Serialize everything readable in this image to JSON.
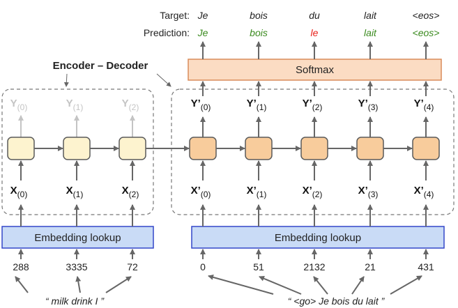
{
  "header": {
    "target_label": "Target:",
    "prediction_label": "Prediction:",
    "title": "Encoder – Decoder"
  },
  "targets": [
    "Je",
    "bois",
    "du",
    "lait",
    "<eos>"
  ],
  "predictions": [
    {
      "text": "Je",
      "correct": true
    },
    {
      "text": "bois",
      "correct": true
    },
    {
      "text": "le",
      "correct": false
    },
    {
      "text": "lait",
      "correct": true
    },
    {
      "text": "<eos>",
      "correct": true
    }
  ],
  "softmax_label": "Softmax",
  "encoder": {
    "outputs": [
      {
        "base": "Y",
        "sub": "(0)"
      },
      {
        "base": "Y",
        "sub": "(1)"
      },
      {
        "base": "Y",
        "sub": "(2)"
      }
    ],
    "inputs": [
      {
        "base": "X",
        "sub": "(0)"
      },
      {
        "base": "X",
        "sub": "(1)"
      },
      {
        "base": "X",
        "sub": "(2)"
      }
    ],
    "embedding_label": "Embedding lookup",
    "token_ids": [
      "288",
      "3335",
      "72"
    ],
    "sentence": "“ milk drink I ”"
  },
  "decoder": {
    "outputs": [
      {
        "base": "Y’",
        "sub": "(0)"
      },
      {
        "base": "Y’",
        "sub": "(1)"
      },
      {
        "base": "Y’",
        "sub": "(2)"
      },
      {
        "base": "Y’",
        "sub": "(3)"
      },
      {
        "base": "Y’",
        "sub": "(4)"
      }
    ],
    "inputs": [
      {
        "base": "X’",
        "sub": "(0)"
      },
      {
        "base": "X’",
        "sub": "(1)"
      },
      {
        "base": "X’",
        "sub": "(2)"
      },
      {
        "base": "X’",
        "sub": "(3)"
      },
      {
        "base": "X’",
        "sub": "(4)"
      }
    ],
    "embedding_label": "Embedding lookup",
    "token_ids": [
      "0",
      "51",
      "2132",
      "21",
      "431"
    ],
    "sentence": "“ <go> Je bois du lait ”"
  },
  "colors": {
    "correct": "#3a8a1e",
    "wrong": "#e8201a",
    "encoder_cell": "#fdf3cf",
    "decoder_cell": "#f8cc9c",
    "softmax": "#fbdcc3",
    "embedding": "#c9dbf6",
    "faded": "#c4c4c4",
    "arrow": "#666666"
  }
}
